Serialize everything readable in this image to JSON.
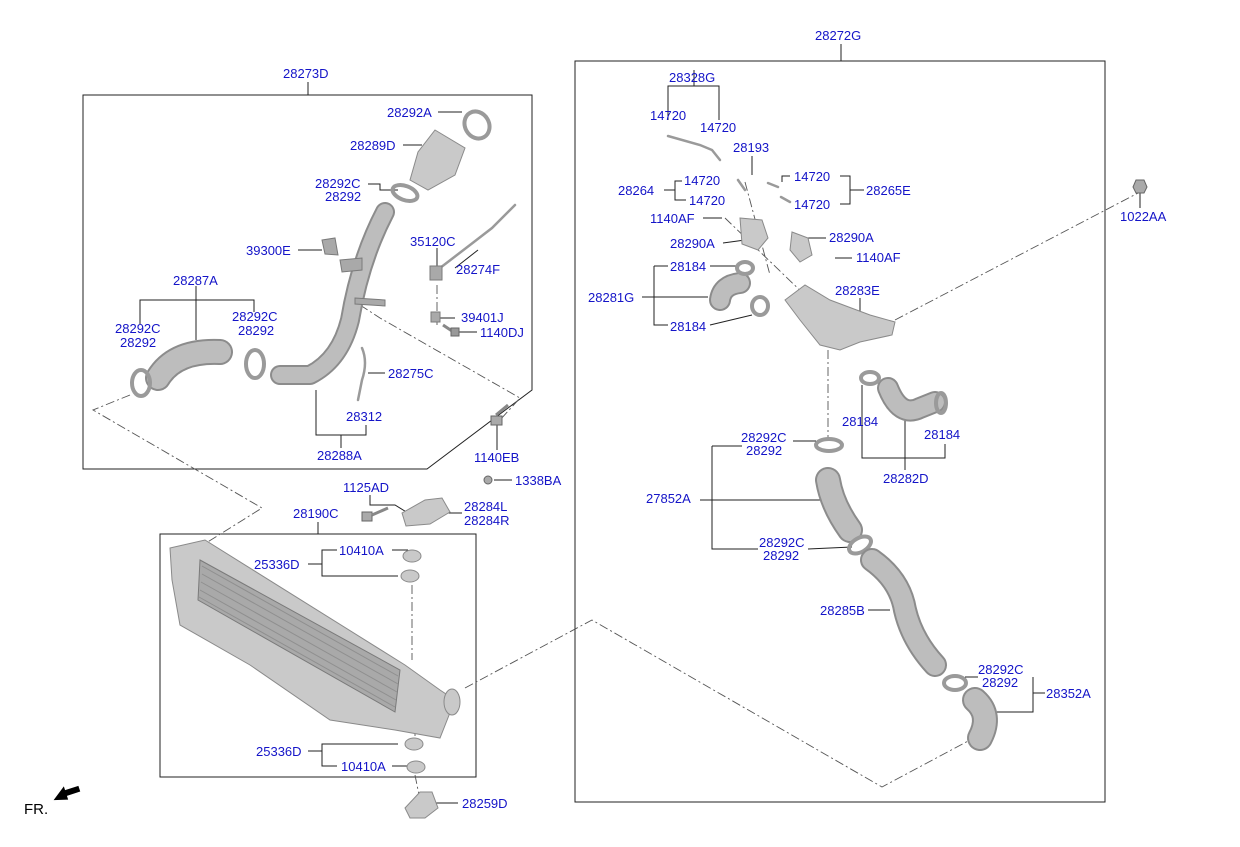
{
  "labels": {
    "l28273D": "28273D",
    "l28292A": "28292A",
    "l28289D": "28289D",
    "l28292C_a": "28292C",
    "l28292_a": "28292",
    "l39300E": "39300E",
    "l35120C": "35120C",
    "l28274F": "28274F",
    "l28287A": "28287A",
    "l28292C_b": "28292C",
    "l28292_b": "28292",
    "l28292C_c": "28292C",
    "l28292_c": "28292",
    "l39401J": "39401J",
    "l1140DJ": "1140DJ",
    "l28275C": "28275C",
    "l28312": "28312",
    "l28288A": "28288A",
    "l1140EB": "1140EB",
    "l1338BA": "1338BA",
    "l1125AD": "1125AD",
    "l28284L": "28284L",
    "l28284R": "28284R",
    "l28190C": "28190C",
    "l25336D_a": "25336D",
    "l10410A_a": "10410A",
    "l25336D_b": "25336D",
    "l10410A_b": "10410A",
    "l28259D": "28259D",
    "l28272G": "28272G",
    "l28328G": "28328G",
    "l14720_1": "14720",
    "l14720_2": "14720",
    "l28193": "28193",
    "l28264": "28264",
    "l14720_3": "14720",
    "l14720_4": "14720",
    "l14720_5": "14720",
    "l14720_6": "14720",
    "l28265E": "28265E",
    "l1140AF_a": "1140AF",
    "l28290A_a": "28290A",
    "l28290A_b": "28290A",
    "l1140AF_b": "1140AF",
    "l1022AA": "1022AA",
    "l28184_a": "28184",
    "l28281G": "28281G",
    "l28184_b": "28184",
    "l28283E": "28283E",
    "l28184_c": "28184",
    "l28184_d": "28184",
    "l28282D": "28282D",
    "l28292C_d": "28292C",
    "l28292_d": "28292",
    "l27852A": "27852A",
    "l28292C_e": "28292C",
    "l28292_e": "28292",
    "l28285B": "28285B",
    "l28292C_f": "28292C",
    "l28292_f": "28292",
    "l28352A": "28352A",
    "fr": "FR."
  },
  "colors": {
    "label": "#1414c8",
    "line": "#222222",
    "part_fill": "#c9c9c9",
    "part_stroke": "#8a8a8a",
    "background": "#ffffff"
  },
  "icons": {
    "front_direction": "front-arrow-icon"
  }
}
